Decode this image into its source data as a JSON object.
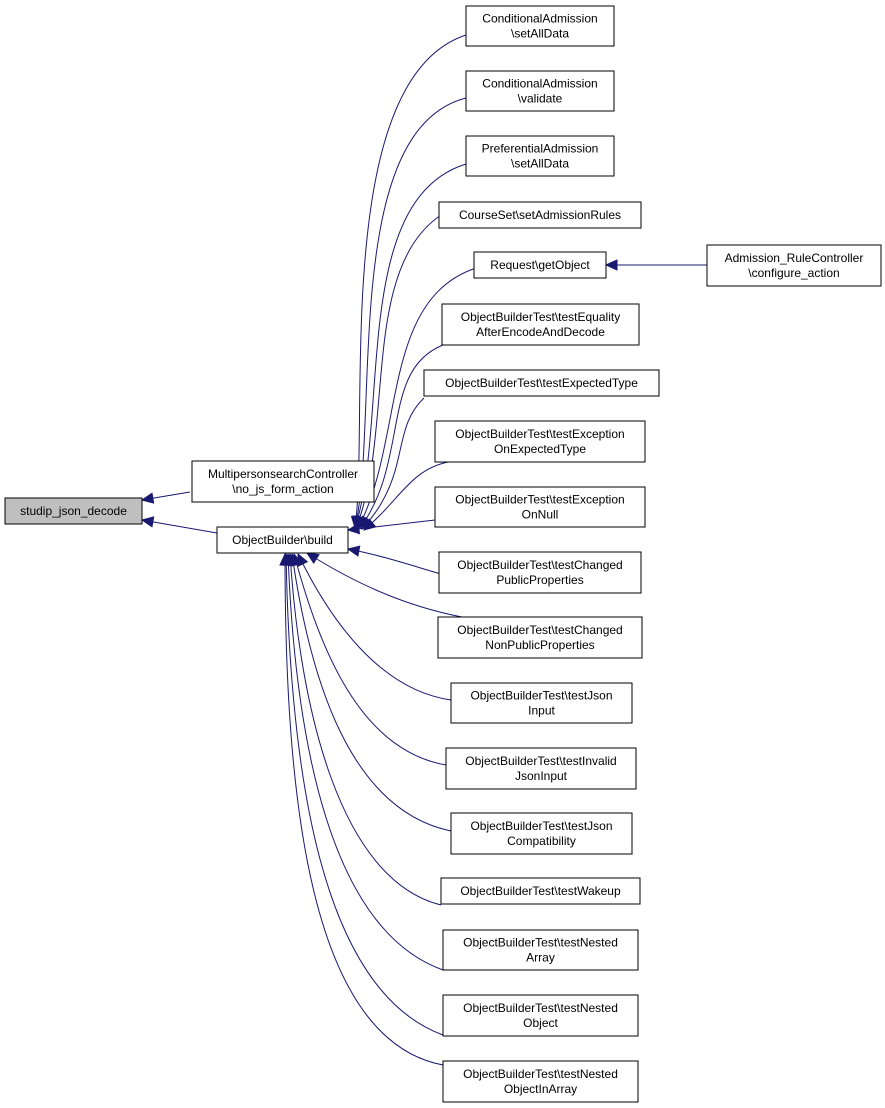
{
  "colors": {
    "edge": "#191970",
    "root_fill": "#bfbfbf",
    "node_fill": "#ffffff",
    "border": "#000000"
  },
  "nodes": [
    {
      "id": "root",
      "lines": [
        "studip_json_decode"
      ],
      "highlighted": true
    },
    {
      "id": "mpsc",
      "lines": [
        "MultipersonsearchController",
        "\\no_js_form_action"
      ]
    },
    {
      "id": "build",
      "lines": [
        "ObjectBuilder\\build"
      ]
    },
    {
      "id": "ca_set",
      "lines": [
        "ConditionalAdmission",
        "\\setAllData"
      ]
    },
    {
      "id": "ca_val",
      "lines": [
        "ConditionalAdmission",
        "\\validate"
      ]
    },
    {
      "id": "pa_set",
      "lines": [
        "PreferentialAdmission",
        "\\setAllData"
      ]
    },
    {
      "id": "cs_rules",
      "lines": [
        "CourseSet\\setAdmissionRules"
      ]
    },
    {
      "id": "req_get",
      "lines": [
        "Request\\getObject"
      ]
    },
    {
      "id": "arc_conf",
      "lines": [
        "Admission_RuleController",
        "\\configure_action"
      ]
    },
    {
      "id": "t_equal",
      "lines": [
        "ObjectBuilderTest\\testEquality",
        "AfterEncodeAndDecode"
      ]
    },
    {
      "id": "t_exptype",
      "lines": [
        "ObjectBuilderTest\\testExpectedType"
      ]
    },
    {
      "id": "t_excexp",
      "lines": [
        "ObjectBuilderTest\\testException",
        "OnExpectedType"
      ]
    },
    {
      "id": "t_excnull",
      "lines": [
        "ObjectBuilderTest\\testException",
        "OnNull"
      ]
    },
    {
      "id": "t_chpub",
      "lines": [
        "ObjectBuilderTest\\testChanged",
        "PublicProperties"
      ]
    },
    {
      "id": "t_chnonpub",
      "lines": [
        "ObjectBuilderTest\\testChanged",
        "NonPublicProperties"
      ]
    },
    {
      "id": "t_jsoninput",
      "lines": [
        "ObjectBuilderTest\\testJson",
        "Input"
      ]
    },
    {
      "id": "t_invalid",
      "lines": [
        "ObjectBuilderTest\\testInvalid",
        "JsonInput"
      ]
    },
    {
      "id": "t_jsoncompat",
      "lines": [
        "ObjectBuilderTest\\testJson",
        "Compatibility"
      ]
    },
    {
      "id": "t_wakeup",
      "lines": [
        "ObjectBuilderTest\\testWakeup"
      ]
    },
    {
      "id": "t_nestarr",
      "lines": [
        "ObjectBuilderTest\\testNested",
        "Array"
      ]
    },
    {
      "id": "t_nestobj",
      "lines": [
        "ObjectBuilderTest\\testNested",
        "Object"
      ]
    },
    {
      "id": "t_nestobjarr",
      "lines": [
        "ObjectBuilderTest\\testNested",
        "ObjectInArray"
      ]
    }
  ],
  "edges": [
    {
      "from": "mpsc",
      "to": "root"
    },
    {
      "from": "build",
      "to": "root"
    },
    {
      "from": "ca_set",
      "to": "build"
    },
    {
      "from": "ca_val",
      "to": "build"
    },
    {
      "from": "pa_set",
      "to": "build"
    },
    {
      "from": "cs_rules",
      "to": "build"
    },
    {
      "from": "req_get",
      "to": "build"
    },
    {
      "from": "arc_conf",
      "to": "req_get"
    },
    {
      "from": "t_equal",
      "to": "build"
    },
    {
      "from": "t_exptype",
      "to": "build"
    },
    {
      "from": "t_excexp",
      "to": "build"
    },
    {
      "from": "t_excnull",
      "to": "build"
    },
    {
      "from": "t_chpub",
      "to": "build"
    },
    {
      "from": "t_chnonpub",
      "to": "build"
    },
    {
      "from": "t_jsoninput",
      "to": "build"
    },
    {
      "from": "t_invalid",
      "to": "build"
    },
    {
      "from": "t_jsoncompat",
      "to": "build"
    },
    {
      "from": "t_wakeup",
      "to": "build"
    },
    {
      "from": "t_nestarr",
      "to": "build"
    },
    {
      "from": "t_nestobj",
      "to": "build"
    },
    {
      "from": "t_nestobjarr",
      "to": "build"
    }
  ]
}
